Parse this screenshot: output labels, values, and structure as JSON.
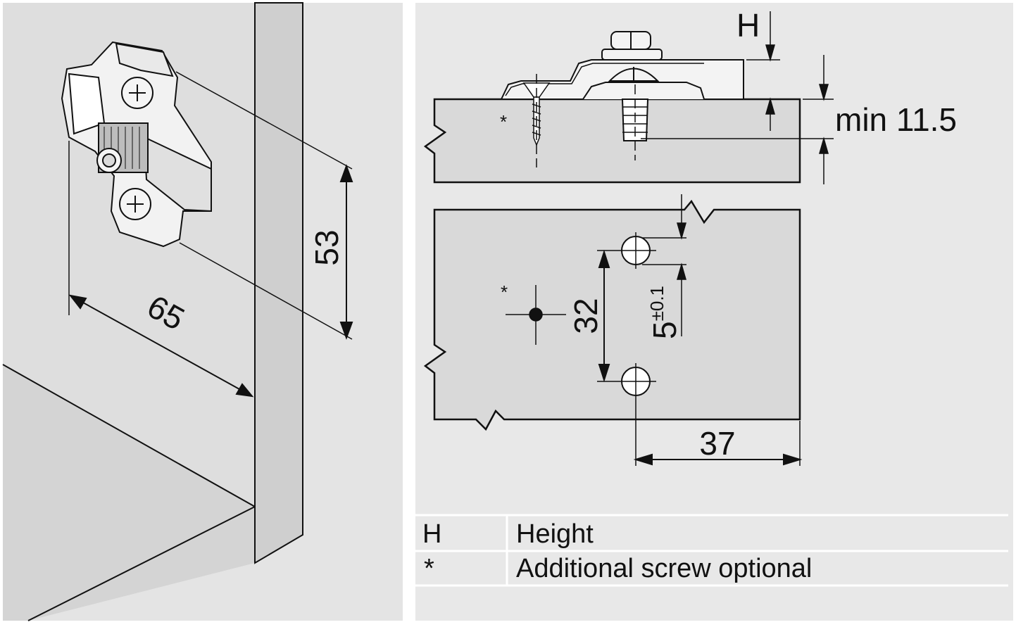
{
  "dimensions": {
    "width_65": "65",
    "height_53": "53",
    "height_H": "H",
    "min_thickness": "min 11.5",
    "hole_spacing": "32",
    "hole_offset_value": "5",
    "hole_offset_tolerance": "±0.1",
    "edge_distance": "37"
  },
  "annotations": {
    "screw_marker_top": "*",
    "screw_marker_bottom": "*"
  },
  "legend": {
    "rows": [
      {
        "symbol": "H",
        "description": "Height"
      },
      {
        "symbol": "*",
        "description": "Additional screw optional"
      }
    ]
  },
  "colors": {
    "panel_gray": "#dcdcdc",
    "frame_gray": "#e8e8e8",
    "line": "#111111"
  }
}
